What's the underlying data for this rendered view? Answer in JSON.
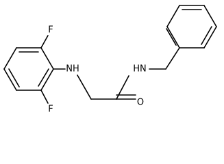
{
  "molecule": {
    "atoms": {
      "f_top": "F",
      "f_bottom": "F",
      "nh_aniline": "NH",
      "nh_amide": "HN",
      "o_carbonyl": "O"
    }
  }
}
